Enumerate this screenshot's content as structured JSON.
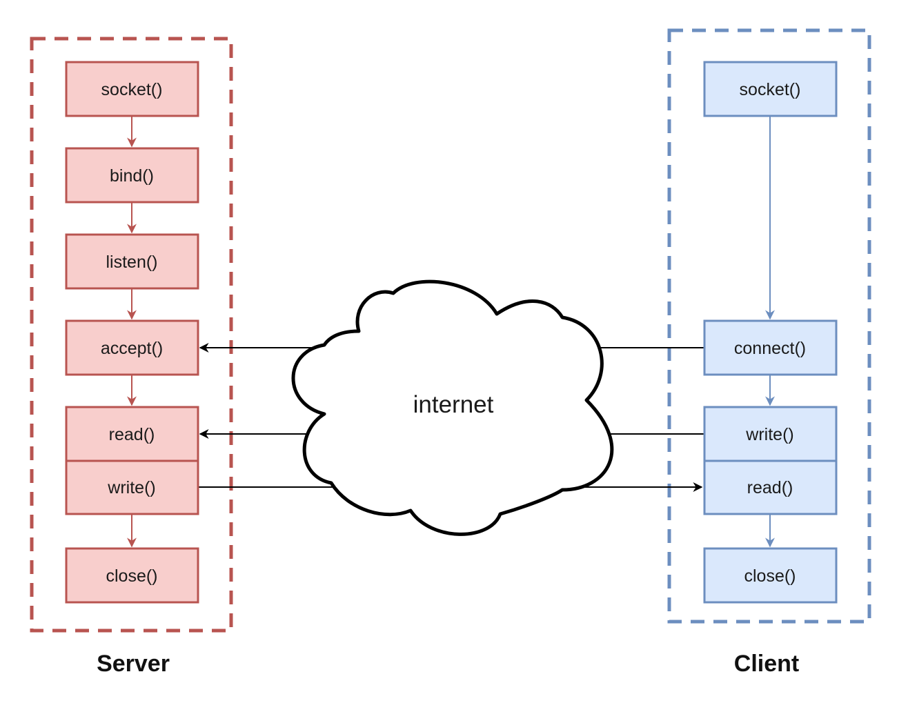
{
  "server": {
    "caption": "Server",
    "steps": {
      "socket": "socket()",
      "bind": "bind()",
      "listen": "listen()",
      "accept": "accept()",
      "read": "read()",
      "write": "write()",
      "close": "close()"
    }
  },
  "client": {
    "caption": "Client",
    "steps": {
      "socket": "socket()",
      "connect": "connect()",
      "write": "write()",
      "read": "read()",
      "close": "close()"
    }
  },
  "network": {
    "label": "internet"
  },
  "colors": {
    "server_fill": "#f8cecc",
    "server_stroke": "#b85450",
    "client_fill": "#dae8fc",
    "client_stroke": "#6c8ebf",
    "link": "#000000"
  }
}
